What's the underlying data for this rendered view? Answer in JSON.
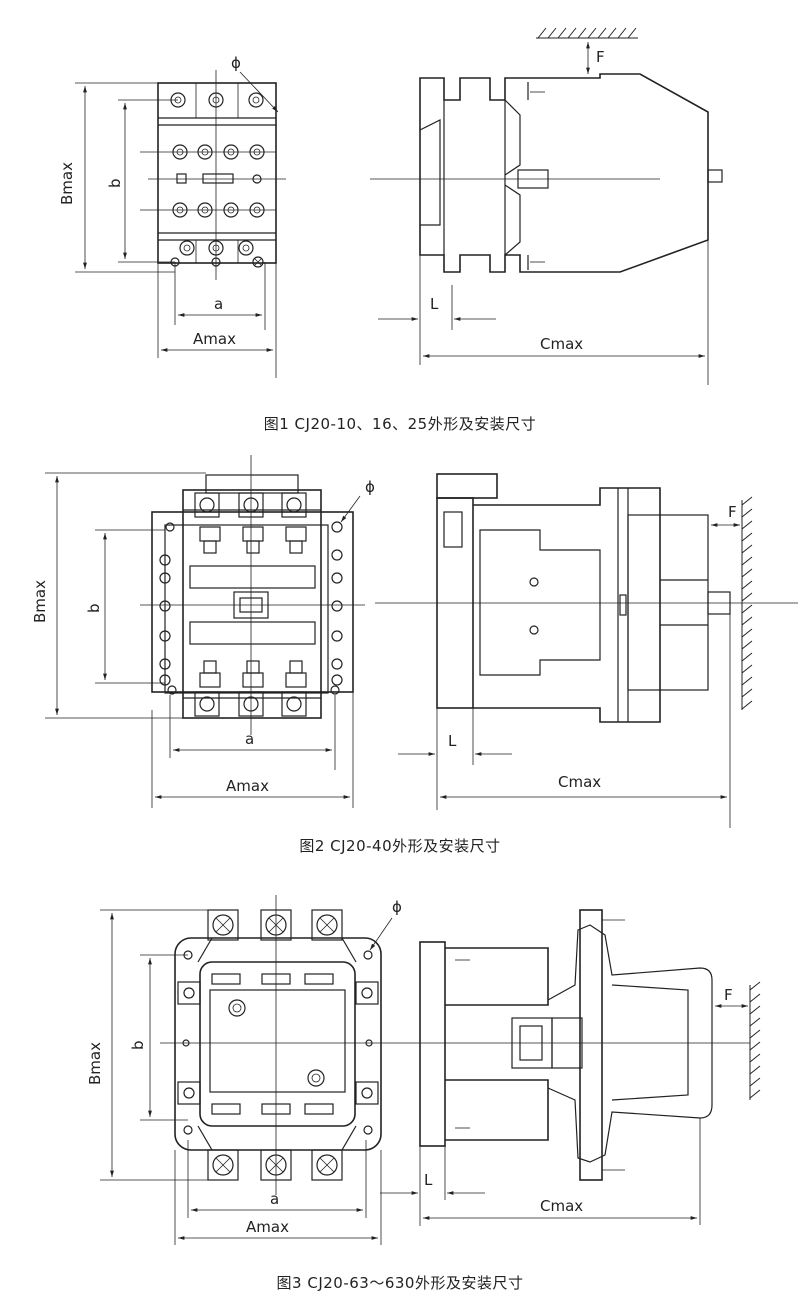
{
  "figures": [
    {
      "caption": "图1 CJ20-10、16、25外形及安装尺寸",
      "labels": {
        "phi": "ϕ",
        "Bmax": "Bmax",
        "b": "b",
        "a": "a",
        "Amax": "Amax",
        "F": "F",
        "L": "L",
        "Cmax": "Cmax"
      }
    },
    {
      "caption": "图2 CJ20-40外形及安装尺寸",
      "labels": {
        "phi": "ϕ",
        "Bmax": "Bmax",
        "b": "b",
        "a": "a",
        "Amax": "Amax",
        "F": "F",
        "L": "L",
        "Cmax": "Cmax"
      }
    },
    {
      "caption": "图3 CJ20-63～630外形及安装尺寸",
      "labels": {
        "phi": "ϕ",
        "Bmax": "Bmax",
        "b": "b",
        "a": "a",
        "Amax": "Amax",
        "F": "F",
        "L": "L",
        "Cmax": "Cmax"
      }
    }
  ]
}
